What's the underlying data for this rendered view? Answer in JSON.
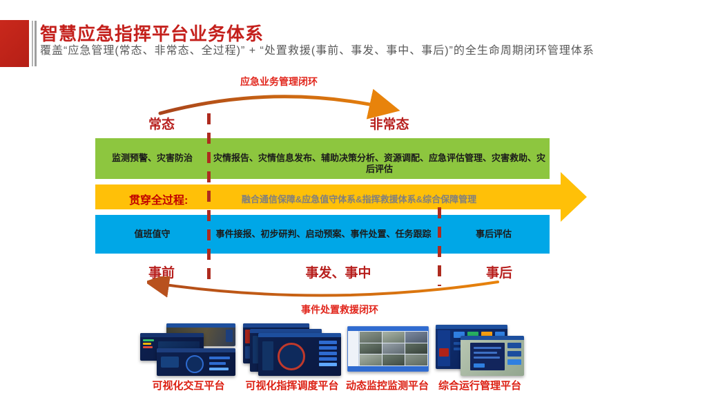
{
  "header": {
    "title": "智慧应急指挥平台业务体系",
    "subtitle": "覆盖“应急管理(常态、非常态、全过程)” + “处置救援(事前、事发、事中、事后)”的全生命周期闭环管理体系"
  },
  "top_loop": {
    "caption": "应急业务管理闭环",
    "labels": {
      "left": "常态",
      "right": "非常态"
    }
  },
  "rows": {
    "normal": {
      "cell_left": "监测预警、灾害防治",
      "cell_right": "灾情报告、灾情信息发布、辅助决策分析、资源调配、应急评估管理、灾害救助、灾后评估"
    },
    "full_process": {
      "label": "贯穿全过程:",
      "content": "融合通信保障&应急值守体系&指挥救援体系&综合保障管理"
    },
    "response": {
      "cell_left": "值班值守",
      "cell_mid": "事件接报、初步研判、启动预案、事件处置、任务跟踪",
      "cell_right": "事后评估"
    }
  },
  "bottom_loop": {
    "caption": "事件处置救援闭环",
    "labels": {
      "left": "事前",
      "mid": "事发、事中",
      "right": "事后"
    }
  },
  "platforms": {
    "p1": "可视化交互平台",
    "p2": "可视化指挥调度平台",
    "p3": "动态监控监测平台",
    "p4": "综合运行管理平台"
  },
  "colors": {
    "title_red": "#c4201c",
    "phase_label_red": "#b71f1d",
    "loop_caption_red": "#e1251b",
    "bar_green": "#8dc63f",
    "bar_yellow": "#ffc008",
    "bar_blue": "#00a7e7",
    "dash_red": "#ae2b1f",
    "arc_orange": "#e8830b",
    "subtitle_gray": "#595959"
  }
}
